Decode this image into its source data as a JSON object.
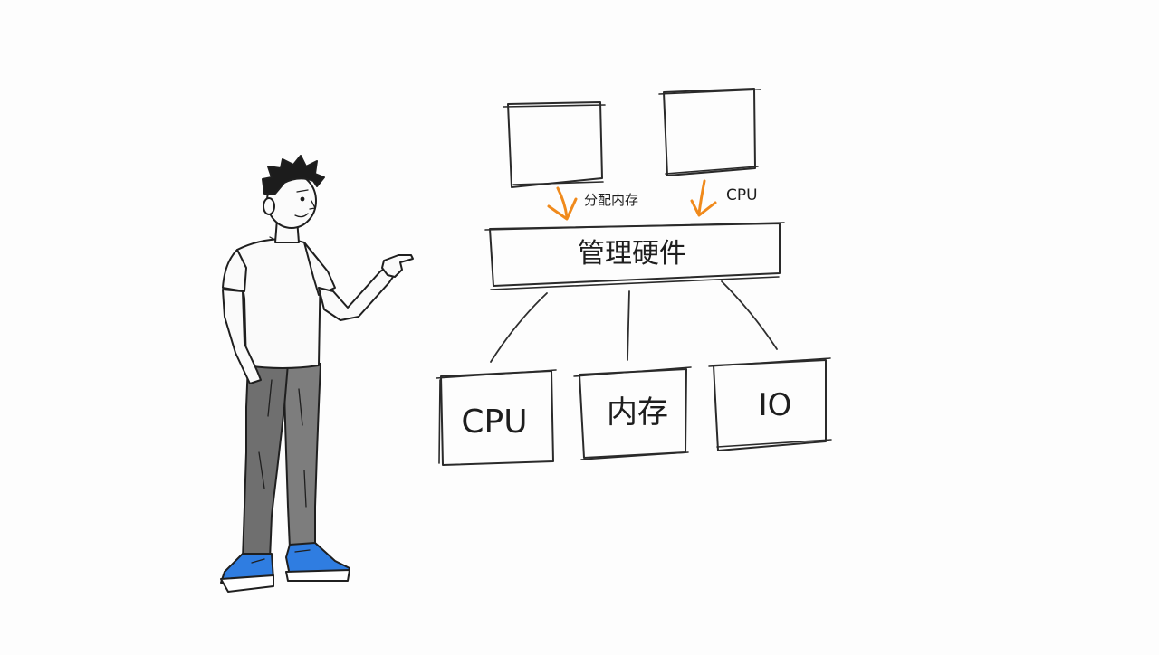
{
  "diagram": {
    "manager_label": "管理硬件",
    "arrow_labels": {
      "left": "分配内存",
      "right": "CPU"
    },
    "hardware": [
      {
        "label": "CPU"
      },
      {
        "label": "内存"
      },
      {
        "label": "IO"
      }
    ]
  },
  "colors": {
    "arrow": "#f08a1c",
    "pants": "#7a7a7a",
    "shoes": "#2f7de1",
    "line": "#2a2a2a"
  }
}
